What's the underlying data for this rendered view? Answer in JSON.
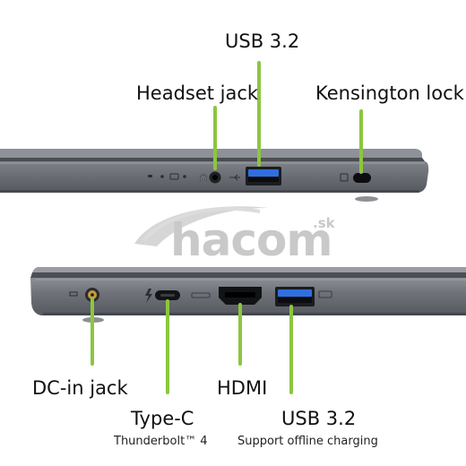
{
  "labels": {
    "usb_top": "USB 3.2",
    "headset_jack": "Headset jack",
    "kensington_lock": "Kensington lock",
    "dc_in_jack": "DC-in jack",
    "type_c": "Type-C",
    "thunderbolt": "Thunderbolt™ 4",
    "hdmi": "HDMI",
    "usb_bottom": "USB 3.2",
    "usb_bottom_note": "Support offline charging"
  },
  "watermark": {
    "text": "hacom",
    "suffix": ".sk"
  },
  "colors": {
    "leader": "#8cc63f",
    "body": "#6a6d73",
    "usb_blue": "#2f6fe0"
  }
}
